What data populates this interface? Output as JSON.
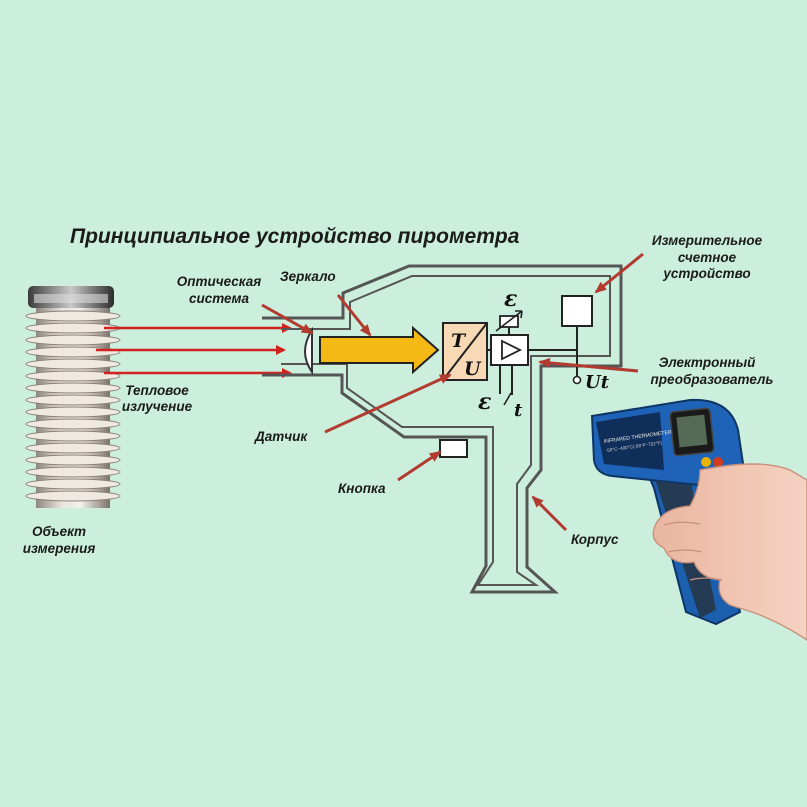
{
  "title": "Принципиальное устройство пирометра",
  "labels": {
    "optics": [
      "Оптическая",
      "система"
    ],
    "mirror": "Зеркало",
    "meter": [
      "Измерительное",
      "счетное",
      "устройство"
    ],
    "electronic": [
      "Электронный",
      "преобразователь"
    ],
    "heat": [
      "Тепловое",
      "излучение"
    ],
    "sensor": "Датчик",
    "button": "Кнопка",
    "body": "Корпус",
    "object": [
      "Объект",
      "измерения"
    ]
  },
  "symbols": {
    "t_over_u_top": "T",
    "t_over_u_bottom": "U",
    "epsilon_top": "ε",
    "epsilon_bottom": "ε",
    "t_small": "t",
    "ut": "Ut"
  },
  "device_text": {
    "line1": "INFRARED THERMOMETER",
    "line2": "-50°C~400°C(-58°F~752°F)"
  },
  "colors": {
    "background": "#cbeedd",
    "outline": "#555555",
    "arrow_red": "#d1221d",
    "leader_red": "#b23b30",
    "beam_yellow": "#f5b915",
    "sensor_block": "#f7d9b6",
    "thermometer_blue": "#1e63b8"
  },
  "icons": [
    "insulator-image",
    "hand-thermometer-image",
    "lens-icon",
    "amplifier-icon",
    "variable-resistor-icon"
  ]
}
